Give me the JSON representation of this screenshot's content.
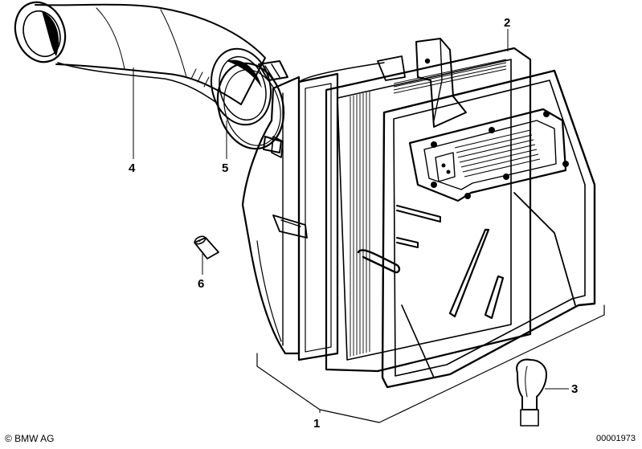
{
  "callouts": {
    "c1": "1",
    "c2": "2",
    "c3": "3",
    "c4": "4",
    "c5": "5",
    "c6": "6"
  },
  "footer": {
    "copyright": "© BMW AG",
    "doc_number": "00001973"
  }
}
